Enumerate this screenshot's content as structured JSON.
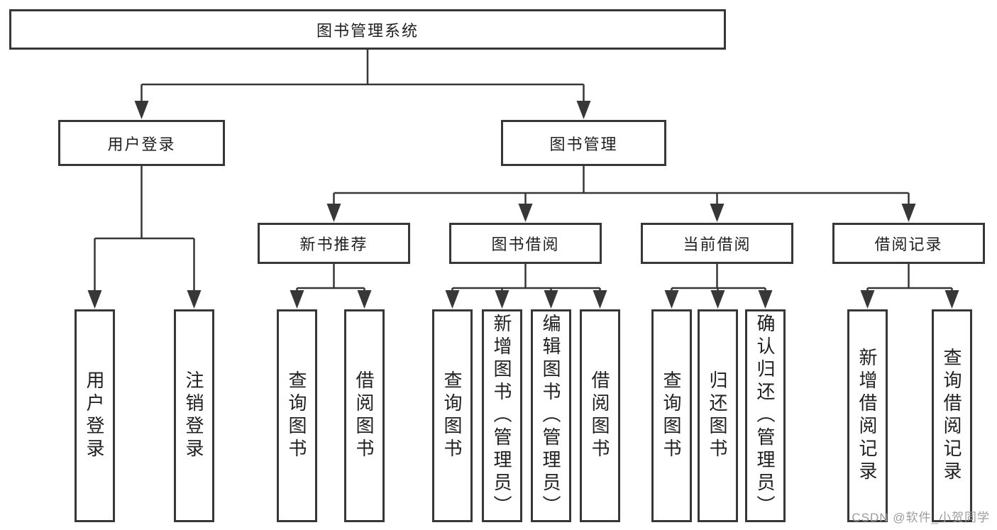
{
  "colors": {
    "line": "#373737",
    "text": "#1f1f1f",
    "watermark": "#9c9c9c",
    "background": "#ffffff"
  },
  "nodes": {
    "root": "图书管理系统",
    "level2": {
      "user_login": "用户登录",
      "book_mgmt": "图书管理"
    },
    "level3": {
      "new_book_rec": "新书推荐",
      "book_borrow": "图书借阅",
      "current_borrow": "当前借阅",
      "borrow_records": "借阅记录"
    },
    "leaves": {
      "user_login": [
        "用户登录",
        "注销登录"
      ],
      "new_book_rec": [
        "查询图书",
        "借阅图书"
      ],
      "book_borrow": [
        "查询图书",
        "新增图书（管理员）",
        "编辑图书（管理员）",
        "借阅图书"
      ],
      "current_borrow": [
        "查询图书",
        "归还图书",
        "确认归还（管理员）"
      ],
      "borrow_records": [
        "新增借阅记录",
        "查询借阅记录"
      ]
    }
  },
  "watermark": "CSDN @软件_小贺同学"
}
